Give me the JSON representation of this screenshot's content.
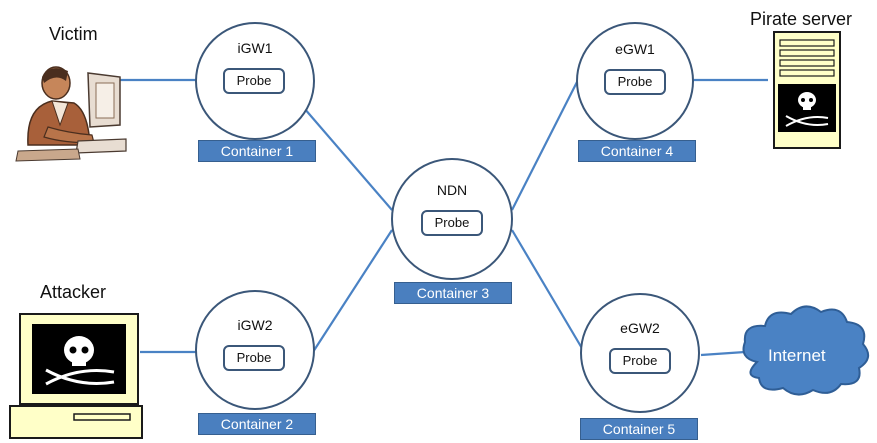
{
  "colors": {
    "link": "#4a82c4",
    "circle_border": "#3b5779",
    "container_fill": "#4a7fbf",
    "cloud": "#4a82c4"
  },
  "nodes": {
    "igw1": {
      "name": "iGW1",
      "probe": "Probe",
      "container": "Container 1"
    },
    "igw2": {
      "name": "iGW2",
      "probe": "Probe",
      "container": "Container 2"
    },
    "ndn": {
      "name": "NDN",
      "probe": "Probe",
      "container": "Container 3"
    },
    "egw1": {
      "name": "eGW1",
      "probe": "Probe",
      "container": "Container 4"
    },
    "egw2": {
      "name": "eGW2",
      "probe": "Probe",
      "container": "Container 5"
    }
  },
  "endpoints": {
    "victim": {
      "label": "Victim",
      "icon": "person-at-computer-icon"
    },
    "attacker": {
      "label": "Attacker",
      "icon": "pirate-computer-icon"
    },
    "pirate_server": {
      "label": "Pirate server",
      "icon": "pirate-server-icon"
    },
    "internet": {
      "label": "Internet",
      "icon": "cloud-icon"
    }
  }
}
